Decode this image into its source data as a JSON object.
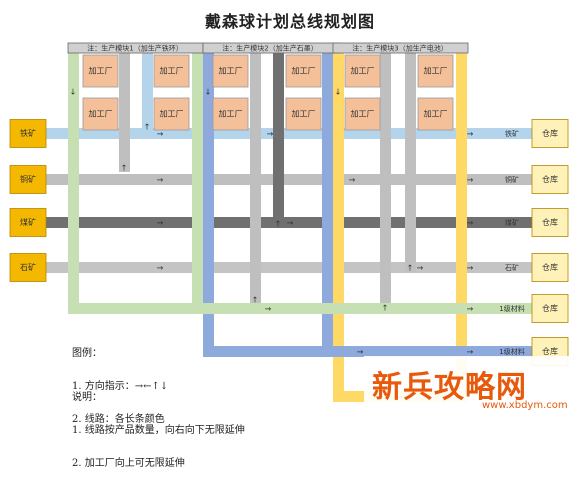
{
  "title": "戴森球计划总线规划图",
  "modules": [
    {
      "label": "注：生产模块1（加生产铁环）"
    },
    {
      "label": "注：生产模块2（加生产石墨）"
    },
    {
      "label": "注：生产模块3（加生产电池）"
    }
  ],
  "factory_label": "加工厂",
  "sources": [
    {
      "label": "铁矿",
      "lane_color": "#b3d4ea"
    },
    {
      "label": "铜矿",
      "lane_color": "#bfbfbf"
    },
    {
      "label": "煤矿",
      "lane_color": "#707070"
    },
    {
      "label": "石矿",
      "lane_color": "#c4c4c4"
    }
  ],
  "source_color": "#f5b800",
  "warehouse_label": "仓库",
  "warehouse_color": "#fff2b8",
  "outputs": [
    "铁矿",
    "铜矿",
    "煤矿",
    "石矿",
    "1级材料",
    "1级材料"
  ],
  "factory_color": "#f4c09a",
  "colors": {
    "module1_belt": "#c6e0b4",
    "module2_belt": "#8ea9db",
    "module3_belt": "#ffd966",
    "material_belt": "#c6e0b4"
  },
  "arrows": {
    "up": "↑",
    "down": "↓",
    "right": "→"
  },
  "legend": {
    "heading": "图例：",
    "item1": "1. 方向指示：→←↑↓",
    "item2": "2. 线路：各长条颜色"
  },
  "notes": {
    "heading": "说明：",
    "item1": "1. 线路按产品数量，向右向下无限延伸",
    "item2": "2. 加工厂向上可无限延伸"
  },
  "watermark": {
    "logo": "新兵攻略网",
    "url": "www.xbdym.com"
  }
}
